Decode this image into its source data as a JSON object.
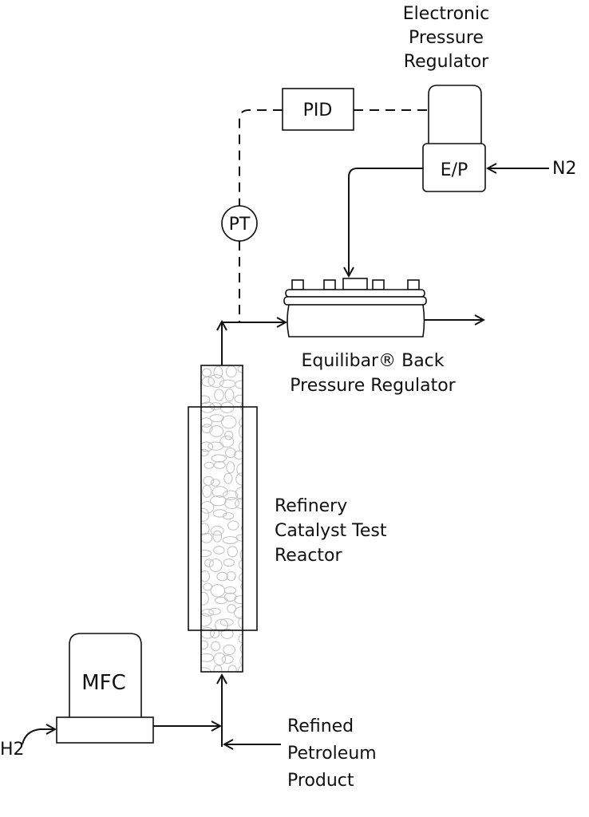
{
  "diagram": {
    "labels": {
      "electronic_pressure_regulator": [
        "Electronic",
        "Pressure",
        "Regulator"
      ],
      "pid": "PID",
      "ep": "E/P",
      "n2": "N2",
      "pt": "PT",
      "back_pressure_regulator": [
        "Equilibar® Back",
        "Pressure Regulator"
      ],
      "reactor": [
        "Refinery",
        "Catalyst Test",
        "Reactor"
      ],
      "mfc": "MFC",
      "h2": "H2",
      "product": [
        "Refined",
        "Petroleum",
        "Product"
      ]
    },
    "colors": {
      "line": "#111111",
      "background": "#ffffff",
      "catalyst_bed": "#bfbfbf"
    }
  }
}
